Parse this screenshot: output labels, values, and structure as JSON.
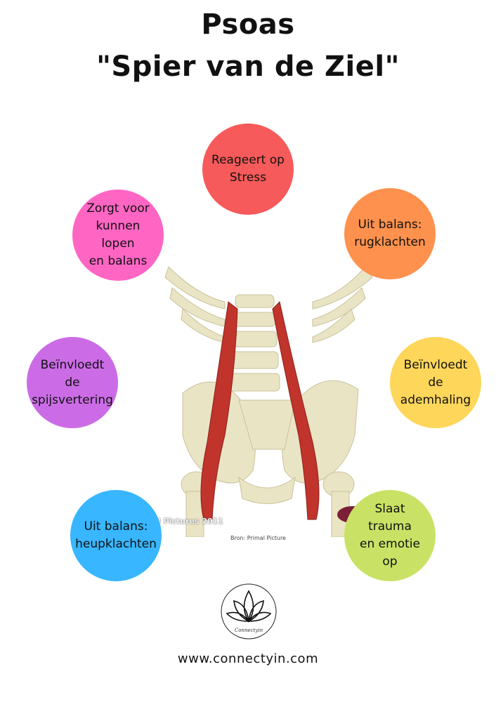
{
  "title": {
    "line1": "Psoas",
    "line2": "\"Spier van de Ziel\""
  },
  "circles": [
    {
      "text": "Reageert op\nStress",
      "color": "#f75a5a"
    },
    {
      "text": "Uit balans:\nrugklachten",
      "color": "#fe914d"
    },
    {
      "text": "Beïnvloedt de\nademhaling",
      "color": "#fed65a"
    },
    {
      "text": "Slaat trauma\nen emotie op",
      "color": "#c9e265"
    },
    {
      "text": "Uit balans:\nheupklachten",
      "color": "#38b6ff"
    },
    {
      "text": "Beïnvloedt de\nspijsvertering",
      "color": "#cb6ce6"
    },
    {
      "text": "Zorgt voor\nkunnen lopen\nen balans",
      "color": "#ff66c4"
    }
  ],
  "image": {
    "credit": "l Pictures 2011",
    "caption": "Bron: Primal Picture"
  },
  "logo": {
    "text": "Connectyin"
  },
  "footer": {
    "website": "www.connectyin.com"
  }
}
